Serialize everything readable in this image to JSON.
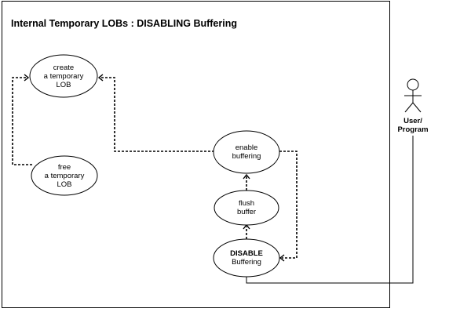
{
  "diagram": {
    "title": "Internal Temporary LOBs : DISABLING Buffering",
    "nodes": {
      "create": {
        "line1": "create",
        "line2": "a temporary",
        "line3": "LOB"
      },
      "free": {
        "line1": "free",
        "line2": "a temporary",
        "line3": "LOB"
      },
      "enable": {
        "line1": "enable",
        "line2": "buffering"
      },
      "flush": {
        "line1": "flush",
        "line2": "buffer"
      },
      "disable": {
        "line1": "DISABLE",
        "line2": "Buffering"
      }
    },
    "actor": {
      "line1": "User/",
      "line2": "Program"
    }
  }
}
